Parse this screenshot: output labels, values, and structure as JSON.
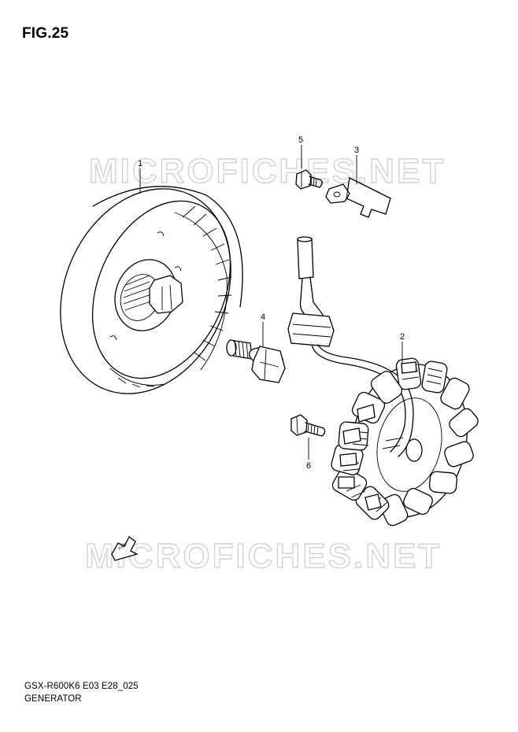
{
  "figure": {
    "title": "FIG.25",
    "code": "GSX-R600K6 E03 E28_025",
    "name": "GENERATOR"
  },
  "watermark": {
    "text": "MICROFICHES.NET"
  },
  "callouts": [
    {
      "id": "1",
      "part": "rotor"
    },
    {
      "id": "2",
      "part": "stator"
    },
    {
      "id": "3",
      "part": "clamp"
    },
    {
      "id": "4",
      "part": "rotor-bolt"
    },
    {
      "id": "5",
      "part": "clamp-bolt"
    },
    {
      "id": "6",
      "part": "stator-bolt"
    }
  ],
  "direction_marker": {
    "text": "FWD"
  },
  "colors": {
    "line": "#000000",
    "watermark": "#d2d2d2",
    "background": "#ffffff"
  }
}
